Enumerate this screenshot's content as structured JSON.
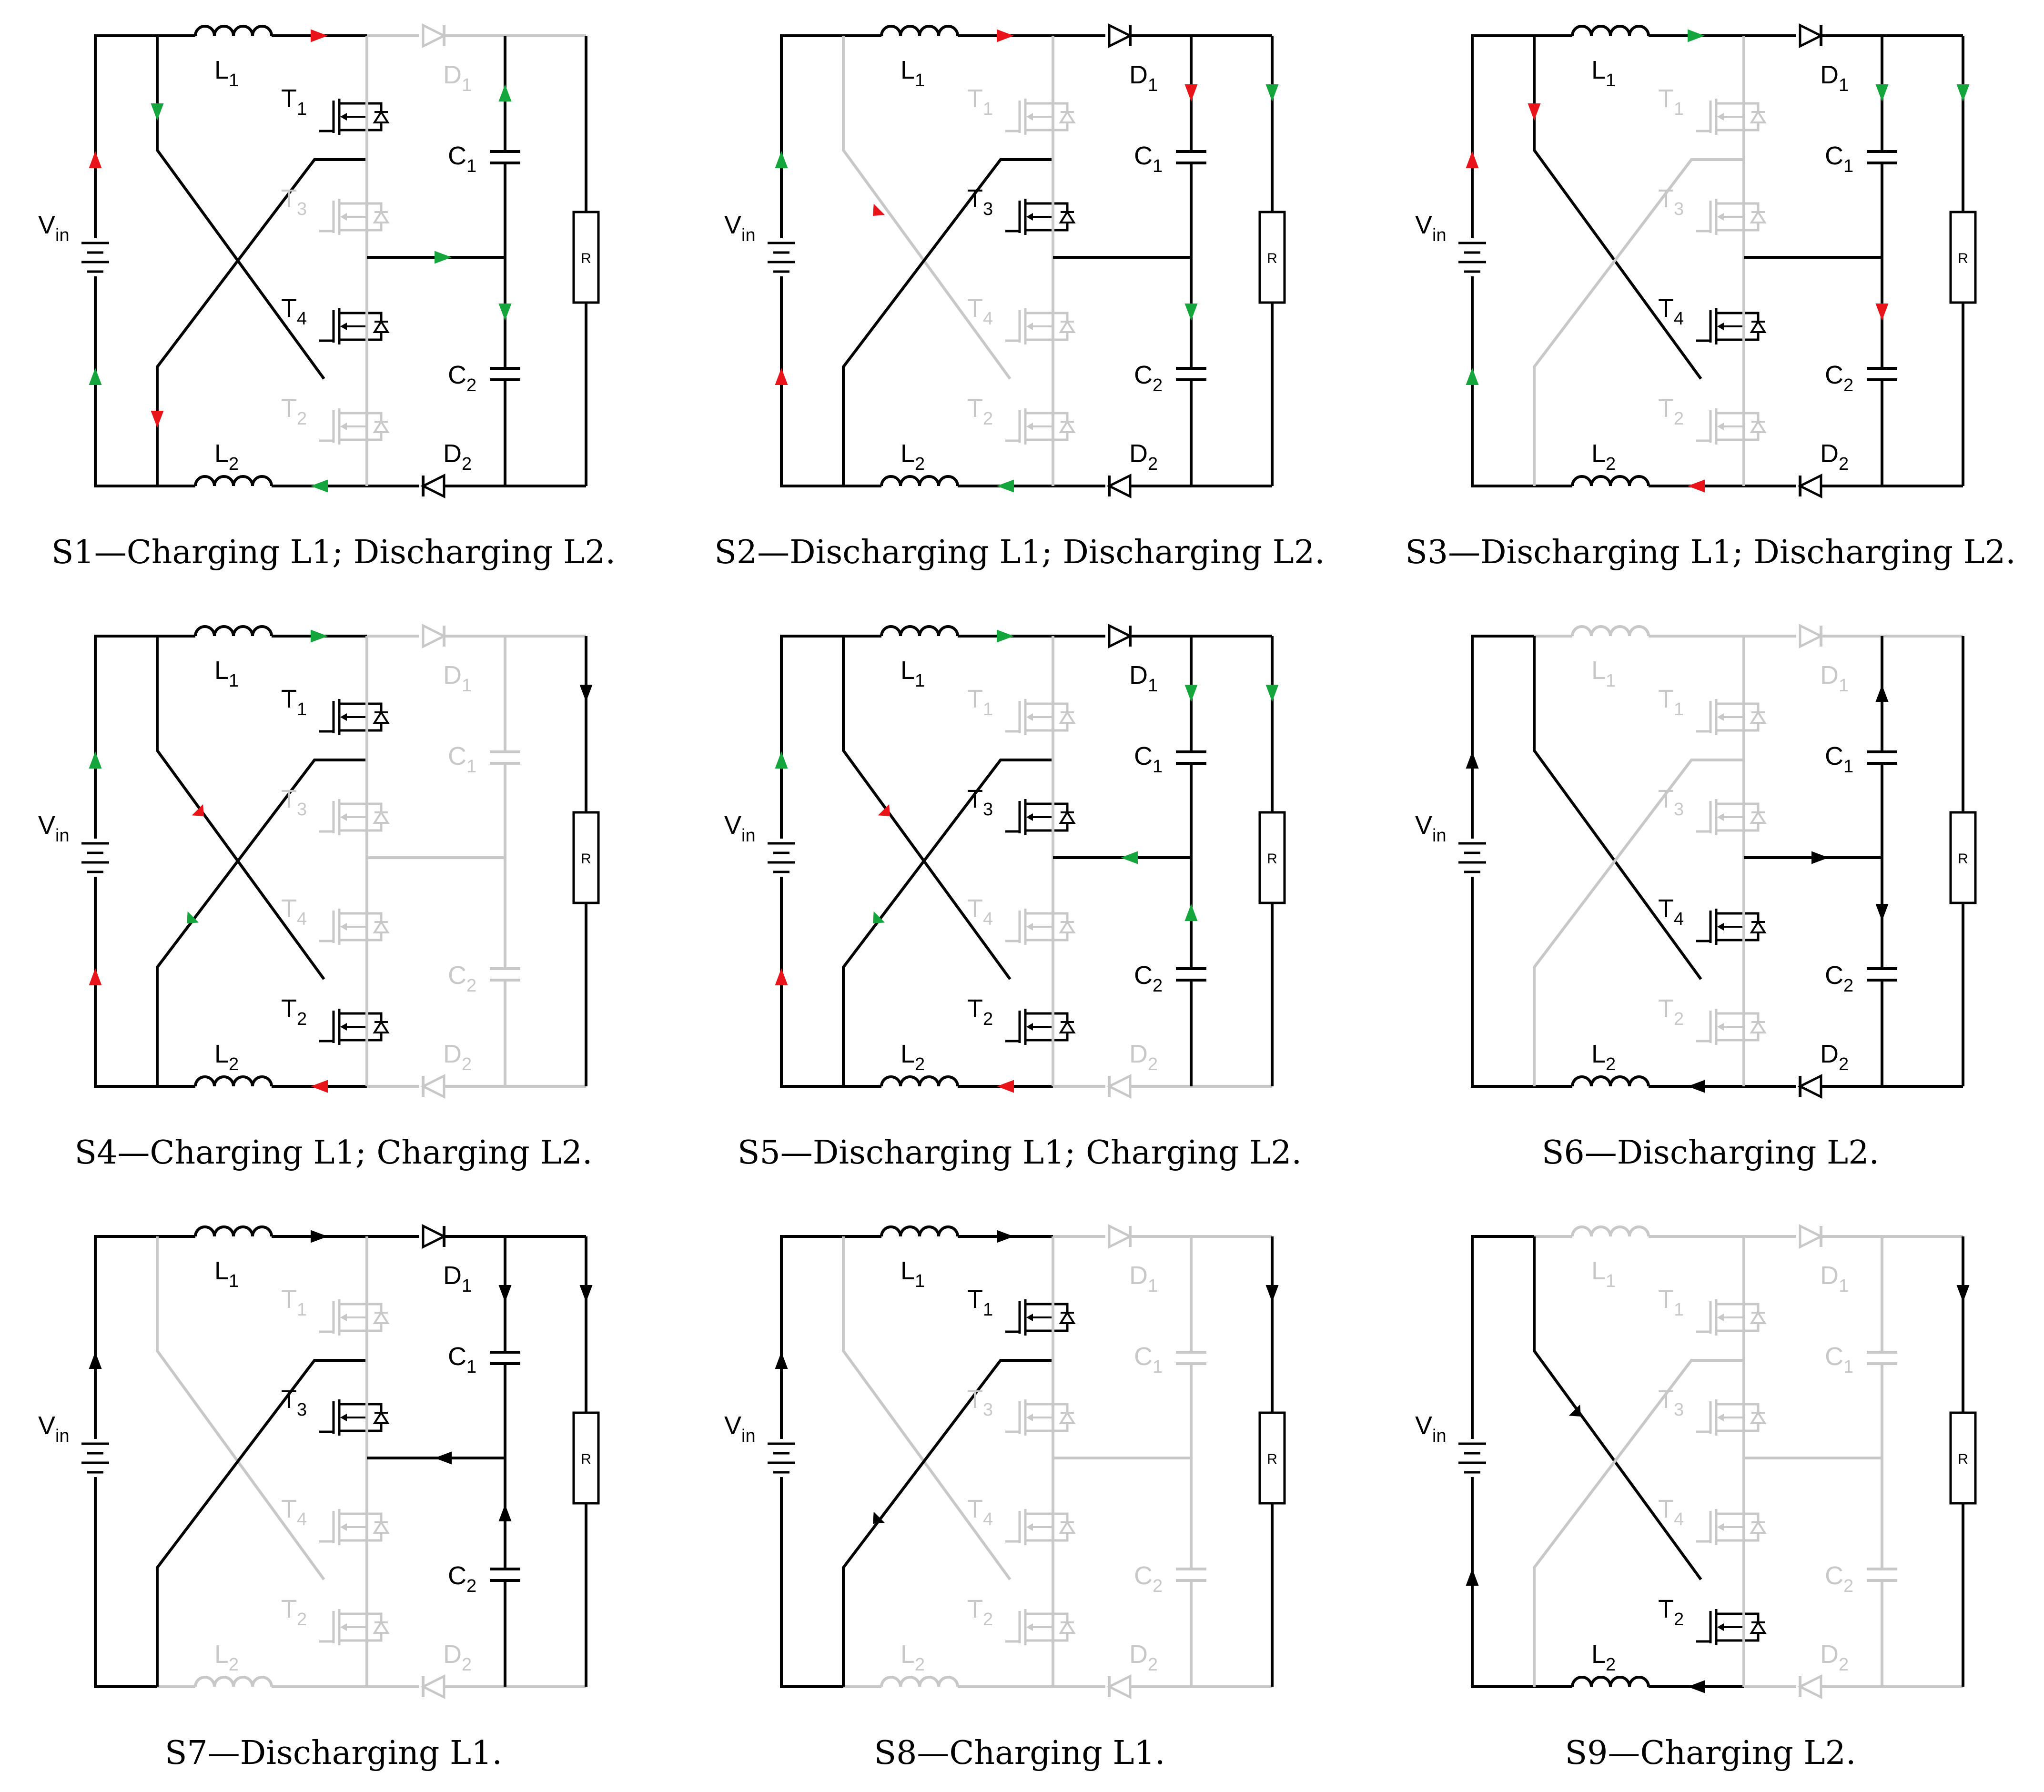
{
  "colors": {
    "active": "#000000",
    "inactive": "#c8c8c8",
    "arrow_red": "#e8141a",
    "arrow_green": "#14a63c",
    "arrow_black": "#000000"
  },
  "labels": {
    "vin_main": "V",
    "vin_sub": "in",
    "L1_main": "L",
    "L1_sub": "1",
    "L2_main": "L",
    "L2_sub": "2",
    "D1_main": "D",
    "D1_sub": "1",
    "D2_main": "D",
    "D2_sub": "2",
    "C1_main": "C",
    "C1_sub": "1",
    "C2_main": "C",
    "C2_sub": "2",
    "T1_main": "T",
    "T1_sub": "1",
    "T2_main": "T",
    "T2_sub": "2",
    "T3_main": "T",
    "T3_sub": "3",
    "T4_main": "T",
    "T4_sub": "4",
    "R": "R"
  },
  "panels": [
    {
      "id": "S1",
      "caption": "S1—Charging L1; Discharging L2.",
      "active": [
        "L1",
        "T1",
        "T4",
        "D2",
        "L2",
        "C1",
        "C2",
        "R",
        "cross_a",
        "cross_b",
        "mid"
      ],
      "arrows": [
        {
          "at": "top_L1",
          "dir": "right",
          "color": "red"
        },
        {
          "at": "vin_up",
          "dir": "up",
          "color": "red"
        },
        {
          "at": "vin_down",
          "dir": "up",
          "color": "green"
        },
        {
          "at": "cross_top",
          "dir": "down",
          "color": "green"
        },
        {
          "at": "cross_bot",
          "dir": "down",
          "color": "red"
        },
        {
          "at": "mid",
          "dir": "right",
          "color": "green"
        },
        {
          "at": "c1",
          "dir": "up",
          "color": "green"
        },
        {
          "at": "c2",
          "dir": "down",
          "color": "green"
        },
        {
          "at": "bot_L2",
          "dir": "left",
          "color": "green"
        }
      ]
    },
    {
      "id": "S2",
      "caption": "S2—Discharging L1; Discharging L2.",
      "active": [
        "L1",
        "D1",
        "T3",
        "D2",
        "L2",
        "C1",
        "C2",
        "R",
        "cross_a",
        "mid"
      ],
      "arrows": [
        {
          "at": "top_L1",
          "dir": "right",
          "color": "red"
        },
        {
          "at": "vin_up",
          "dir": "up",
          "color": "green"
        },
        {
          "at": "vin_down",
          "dir": "up",
          "color": "red"
        },
        {
          "at": "cross_diag",
          "dir": "downleft",
          "color": "red"
        },
        {
          "at": "c1",
          "dir": "down",
          "color": "red"
        },
        {
          "at": "c2",
          "dir": "down",
          "color": "green"
        },
        {
          "at": "r",
          "dir": "down",
          "color": "green"
        },
        {
          "at": "bot_L2",
          "dir": "left",
          "color": "green"
        }
      ]
    },
    {
      "id": "S3",
      "caption": "S3—Discharging L1; Discharging L2.",
      "active": [
        "L1",
        "D1",
        "T4",
        "D2",
        "L2",
        "C1",
        "C2",
        "R",
        "cross_b",
        "mid"
      ],
      "arrows": [
        {
          "at": "top_L1",
          "dir": "right",
          "color": "green"
        },
        {
          "at": "vin_up",
          "dir": "up",
          "color": "red"
        },
        {
          "at": "vin_down",
          "dir": "up",
          "color": "green"
        },
        {
          "at": "cross_top",
          "dir": "down",
          "color": "red"
        },
        {
          "at": "c1",
          "dir": "down",
          "color": "green"
        },
        {
          "at": "c2",
          "dir": "down",
          "color": "red"
        },
        {
          "at": "r",
          "dir": "down",
          "color": "green"
        },
        {
          "at": "bot_L2",
          "dir": "left",
          "color": "red"
        }
      ]
    },
    {
      "id": "S4",
      "caption": "S4—Charging L1; Charging L2.",
      "active": [
        "L1",
        "T1",
        "T2",
        "L2",
        "R",
        "cross_a",
        "cross_b"
      ],
      "arrows": [
        {
          "at": "top_L1",
          "dir": "right",
          "color": "green"
        },
        {
          "at": "vin_up",
          "dir": "up",
          "color": "green"
        },
        {
          "at": "vin_down",
          "dir": "up",
          "color": "red"
        },
        {
          "at": "cross_diag",
          "dir": "downright",
          "color": "red"
        },
        {
          "at": "cross_diag2",
          "dir": "downleft",
          "color": "green"
        },
        {
          "at": "r",
          "dir": "down",
          "color": "black"
        },
        {
          "at": "bot_L2",
          "dir": "left",
          "color": "red"
        }
      ]
    },
    {
      "id": "S5",
      "caption": "S5—Discharging L1; Charging L2.",
      "active": [
        "L1",
        "D1",
        "T3",
        "T2",
        "L2",
        "C1",
        "C2",
        "R",
        "cross_a",
        "cross_b",
        "mid"
      ],
      "arrows": [
        {
          "at": "top_L1",
          "dir": "right",
          "color": "green"
        },
        {
          "at": "vin_up",
          "dir": "up",
          "color": "green"
        },
        {
          "at": "vin_down",
          "dir": "up",
          "color": "red"
        },
        {
          "at": "cross_diag",
          "dir": "downright",
          "color": "red"
        },
        {
          "at": "cross_diag2",
          "dir": "downleft",
          "color": "green"
        },
        {
          "at": "mid",
          "dir": "left",
          "color": "green"
        },
        {
          "at": "c1",
          "dir": "down",
          "color": "green"
        },
        {
          "at": "c2",
          "dir": "up",
          "color": "green"
        },
        {
          "at": "r",
          "dir": "down",
          "color": "green"
        },
        {
          "at": "bot_L2",
          "dir": "left",
          "color": "red"
        }
      ]
    },
    {
      "id": "S6",
      "caption": "S6—Discharging L2.",
      "active": [
        "T4",
        "D2",
        "L2",
        "C1",
        "C2",
        "R",
        "cross_b",
        "mid"
      ],
      "arrows": [
        {
          "at": "vin_up",
          "dir": "up",
          "color": "black"
        },
        {
          "at": "mid",
          "dir": "right",
          "color": "black"
        },
        {
          "at": "c1",
          "dir": "up",
          "color": "black"
        },
        {
          "at": "c2",
          "dir": "down",
          "color": "black"
        },
        {
          "at": "bot_L2",
          "dir": "left",
          "color": "black"
        }
      ]
    },
    {
      "id": "S7",
      "caption": "S7—Discharging L1.",
      "active": [
        "L1",
        "D1",
        "T3",
        "C1",
        "C2",
        "R",
        "cross_a",
        "mid"
      ],
      "arrows": [
        {
          "at": "top_L1",
          "dir": "right",
          "color": "black"
        },
        {
          "at": "vin_up",
          "dir": "up",
          "color": "black"
        },
        {
          "at": "mid",
          "dir": "left",
          "color": "black"
        },
        {
          "at": "c1",
          "dir": "down",
          "color": "black"
        },
        {
          "at": "c2",
          "dir": "up",
          "color": "black"
        },
        {
          "at": "r",
          "dir": "down",
          "color": "black"
        }
      ]
    },
    {
      "id": "S8",
      "caption": "S8—Charging L1.",
      "active": [
        "L1",
        "T1",
        "R",
        "cross_a"
      ],
      "arrows": [
        {
          "at": "top_L1",
          "dir": "right",
          "color": "black"
        },
        {
          "at": "vin_up",
          "dir": "up",
          "color": "black"
        },
        {
          "at": "cross_diag2",
          "dir": "downleft",
          "color": "black"
        },
        {
          "at": "r",
          "dir": "down",
          "color": "black"
        }
      ]
    },
    {
      "id": "S9",
      "caption": "S9—Charging L2.",
      "active": [
        "T2",
        "L2",
        "R",
        "cross_b"
      ],
      "arrows": [
        {
          "at": "vin_down",
          "dir": "up",
          "color": "black"
        },
        {
          "at": "cross_diag",
          "dir": "downright",
          "color": "black"
        },
        {
          "at": "r",
          "dir": "down",
          "color": "black"
        },
        {
          "at": "bot_L2",
          "dir": "left",
          "color": "black"
        }
      ]
    }
  ]
}
